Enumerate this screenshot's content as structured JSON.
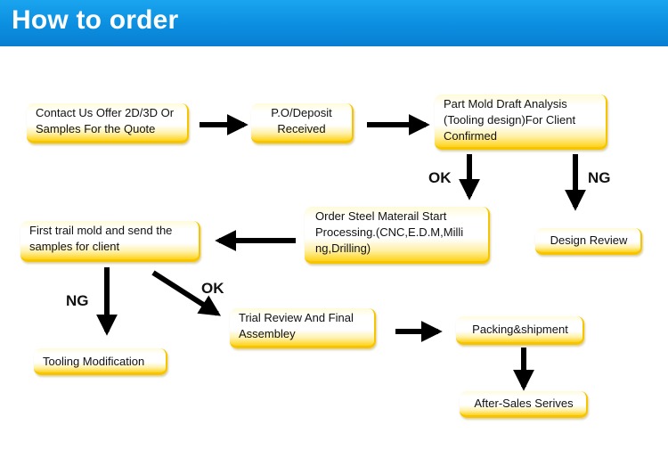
{
  "header": {
    "title": "How to order"
  },
  "steps": {
    "contact": "Contact Us Offer 2D/3D Or\nSamples For the Quote",
    "po": "P.O/Deposit\nReceived",
    "analysis": "Part Mold Draft Analysis\n(Tooling design)For Client\nConfirmed",
    "order_steel": "Order Steel Materail Start\nProcessing.(CNC,E.D.M,Milli\nng,Drilling)",
    "design_review": "Design Review",
    "first_trial": "First trail mold and send the\nsamples for client",
    "tooling_mod": "Tooling Modification",
    "trial_review": "Trial Review And Final\nAssembley",
    "packing": "Packing&shipment",
    "after_sales": "After-Sales Serives"
  },
  "labels": {
    "ok1": "OK",
    "ng1": "NG",
    "ng2": "NG",
    "ok2": "OK"
  },
  "colors": {
    "header_blue": "#0b8ee0",
    "box_yellow": "#ffd21a",
    "arrow": "#000000"
  }
}
